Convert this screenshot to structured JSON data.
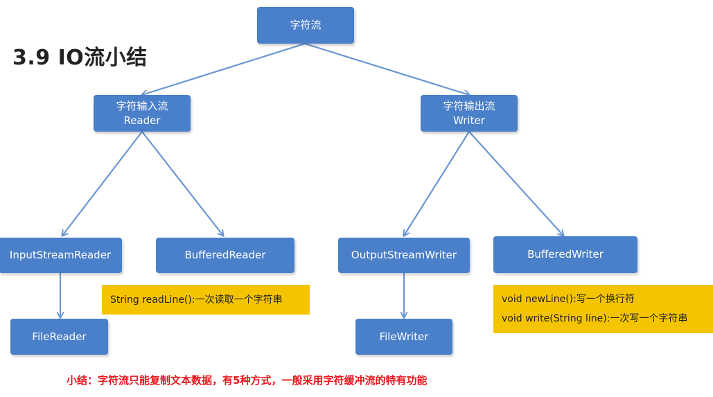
{
  "title": "3.9 IO流小结",
  "nodes": {
    "root": {
      "label": "字符流"
    },
    "reader": {
      "label": "字符输入流",
      "sublabel": "Reader"
    },
    "writer": {
      "label": "字符输出流",
      "sublabel": "Writer"
    },
    "input_stream_reader": {
      "label": "InputStreamReader"
    },
    "buffered_reader": {
      "label": "BufferedReader"
    },
    "output_stream_writer": {
      "label": "OutputStreamWriter"
    },
    "buffered_writer": {
      "label": "BufferedWriter"
    },
    "file_reader": {
      "label": "FileReader"
    },
    "file_writer": {
      "label": "FileWriter"
    }
  },
  "notes": {
    "buffered_reader": [
      "String readLine():一次读取一个字符串"
    ],
    "buffered_writer": [
      "void newLine():写一个换行符",
      "void write(String line):一次写一个字符串"
    ]
  },
  "summary": "小结：字符流只能复制文本数据，有5种方式，一般采用字符缓冲流的特有功能",
  "colors": {
    "node_fill": "#4a7fc9",
    "edge": "#6b96d3",
    "note_fill": "#f5c400",
    "summary_text": "#e8141a"
  }
}
